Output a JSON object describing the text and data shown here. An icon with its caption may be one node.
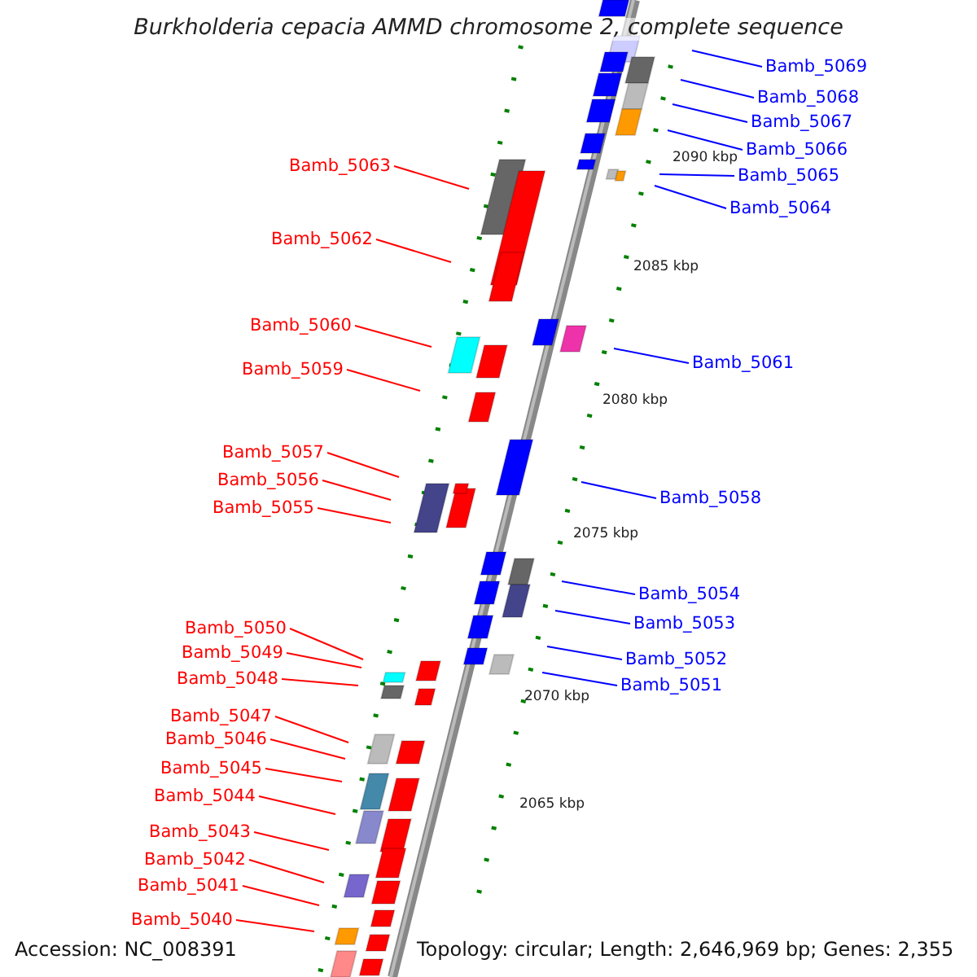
{
  "diagram": {
    "title": "Burkholderia cepacia AMMD chromosome 2, complete sequence",
    "nodes": [
      {
        "text": [
          "Bamb_5069"
        ]
      },
      {
        "text": [
          "Bamb_5068"
        ]
      },
      {
        "text": [
          "Bamb_5067"
        ]
      },
      {
        "text": [
          "Bamb_5066"
        ]
      },
      {
        "text": [
          "Bamb_5063"
        ]
      },
      {
        "text": [
          "Bamb_5065"
        ]
      },
      {
        "text": [
          "Bamb_5064"
        ]
      },
      {
        "text": [
          "Bamb_5062"
        ]
      },
      {
        "text": [
          "Bamb_5060"
        ]
      },
      {
        "text": [
          "Bamb_5061"
        ]
      },
      {
        "text": [
          "Bamb_5059"
        ]
      },
      {
        "text": [
          "Bamb_5057"
        ]
      },
      {
        "text": [
          "Bamb_5056"
        ]
      },
      {
        "text": [
          "Bamb_5058"
        ]
      },
      {
        "text": [
          "Bamb_5055"
        ]
      },
      {
        "text": [
          "Bamb_5054"
        ]
      },
      {
        "text": [
          "Bamb_5053"
        ]
      },
      {
        "text": [
          "Bamb_5050"
        ]
      },
      {
        "text": [
          "Bamb_5049"
        ]
      },
      {
        "text": [
          "Bamb_5052"
        ]
      },
      {
        "text": [
          "Bamb_5048"
        ]
      },
      {
        "text": [
          "Bamb_5051"
        ]
      },
      {
        "text": [
          "Bamb_5047"
        ]
      },
      {
        "text": [
          "Bamb_5046"
        ]
      },
      {
        "text": [
          "Bamb_5045"
        ]
      },
      {
        "text": [
          "Bamb_5044"
        ]
      },
      {
        "text": [
          "Bamb_5043"
        ]
      },
      {
        "text": [
          "Bamb_5042"
        ]
      },
      {
        "text": [
          "Bamb_5041"
        ]
      },
      {
        "text": [
          "Bamb_5040"
        ]
      }
    ],
    "edges": [
      {
        "from": 0,
        "to": null,
        "arrow": "none",
        "color": "#0000ff"
      },
      {
        "from": 1,
        "to": null,
        "arrow": "none",
        "color": "#0000ff"
      },
      {
        "from": 2,
        "to": null,
        "arrow": "none",
        "color": "#0000ff"
      },
      {
        "from": 3,
        "to": null,
        "arrow": "none",
        "color": "#0000ff"
      },
      {
        "from": 4,
        "to": null,
        "arrow": "none"
      },
      {
        "from": 5,
        "to": null,
        "arrow": "none",
        "color": "#0000ff"
      },
      {
        "from": 6,
        "to": null,
        "arrow": "none",
        "color": "#0000ff"
      },
      {
        "from": 7,
        "to": null,
        "arrow": "none"
      },
      {
        "from": 8,
        "to": null,
        "arrow": "none"
      },
      {
        "from": 9,
        "to": null,
        "arrow": "none",
        "color": "#0000ff"
      },
      {
        "from": 10,
        "to": null,
        "arrow": "none"
      },
      {
        "from": 11,
        "to": null,
        "arrow": "none"
      },
      {
        "from": 12,
        "to": null,
        "arrow": "none"
      },
      {
        "from": 13,
        "to": null,
        "arrow": "none",
        "color": "#0000ff"
      },
      {
        "from": 14,
        "to": null,
        "arrow": "none"
      },
      {
        "from": 15,
        "to": null,
        "arrow": "none",
        "color": "#0000ff"
      },
      {
        "from": 16,
        "to": null,
        "arrow": "none",
        "color": "#0000ff"
      },
      {
        "from": 17,
        "to": null,
        "arrow": "none"
      },
      {
        "from": 18,
        "to": null,
        "arrow": "none"
      },
      {
        "from": 19,
        "to": null,
        "arrow": "none",
        "color": "#0000ff"
      },
      {
        "from": 20,
        "to": null,
        "arrow": "none"
      },
      {
        "from": 21,
        "to": null,
        "arrow": "none",
        "color": "#0000ff"
      },
      {
        "from": 22,
        "to": null,
        "arrow": "none"
      },
      {
        "from": 23,
        "to": null,
        "arrow": "none"
      },
      {
        "from": 24,
        "to": null,
        "arrow": "none"
      },
      {
        "from": 25,
        "to": null,
        "arrow": "none"
      },
      {
        "from": 26,
        "to": null,
        "arrow": "none"
      },
      {
        "from": 27,
        "to": null,
        "arrow": "none"
      },
      {
        "from": 28,
        "to": null,
        "arrow": "none"
      },
      {
        "from": 29,
        "to": null,
        "arrow": "none"
      }
    ],
    "labels": [
      "2090 kbp",
      "2085 kbp",
      "2080 kbp",
      "2075 kbp",
      "2070 kbp",
      "2065 kbp",
      "Accession: NC_008391",
      "Topology: circular; Length: 2,646,969 bp; Genes: 2,355"
    ]
  }
}
